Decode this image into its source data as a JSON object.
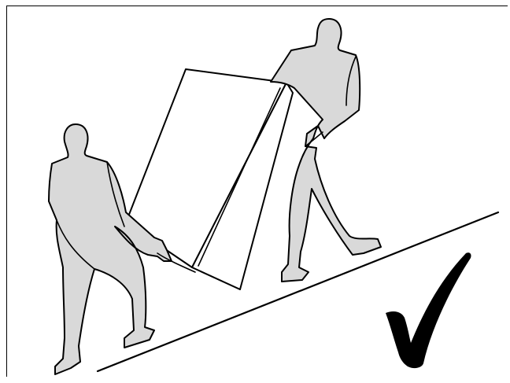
{
  "illustration": {
    "subject": "two-people-carrying-appliance-on-slope",
    "figure_count": 2,
    "icons": [
      "person-figure",
      "appliance-box",
      "slope-line",
      "checkmark-icon"
    ],
    "colors": {
      "line": "#000000",
      "figure_fill": "#d9d9d9",
      "background": "#ffffff"
    },
    "status": "correct"
  }
}
